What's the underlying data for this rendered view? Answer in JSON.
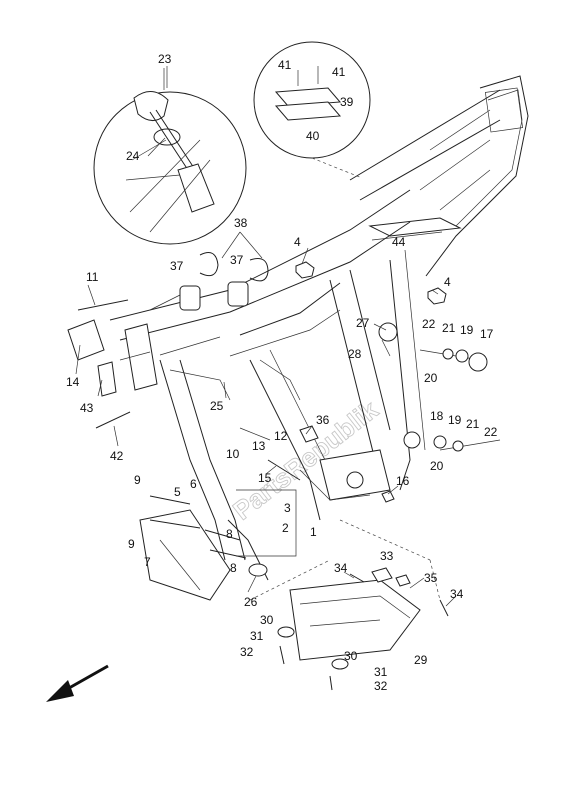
{
  "watermark": "PartsRepublik",
  "callouts": {
    "c1": "1",
    "c2": "2",
    "c3": "3",
    "c4a": "4",
    "c4b": "4",
    "c5": "5",
    "c6": "6",
    "c7": "7",
    "c8a": "8",
    "c8b": "8",
    "c9a": "9",
    "c9b": "9",
    "c10": "10",
    "c11": "11",
    "c12": "12",
    "c13": "13",
    "c14": "14",
    "c15": "15",
    "c16": "16",
    "c17": "17",
    "c18": "18",
    "c19a": "19",
    "c19b": "19",
    "c20a": "20",
    "c20b": "20",
    "c21a": "21",
    "c21b": "21",
    "c22a": "22",
    "c22b": "22",
    "c23": "23",
    "c24": "24",
    "c25": "25",
    "c26": "26",
    "c27": "27",
    "c28": "28",
    "c29": "29",
    "c30a": "30",
    "c30b": "30",
    "c31a": "31",
    "c31b": "31",
    "c32a": "32",
    "c32b": "32",
    "c33": "33",
    "c34a": "34",
    "c34b": "34",
    "c35": "35",
    "c36": "36",
    "c37a": "37",
    "c37b": "37",
    "c38": "38",
    "c39": "39",
    "c40": "40",
    "c41a": "41",
    "c41b": "41",
    "c42": "42",
    "c43": "43",
    "c44": "44"
  }
}
